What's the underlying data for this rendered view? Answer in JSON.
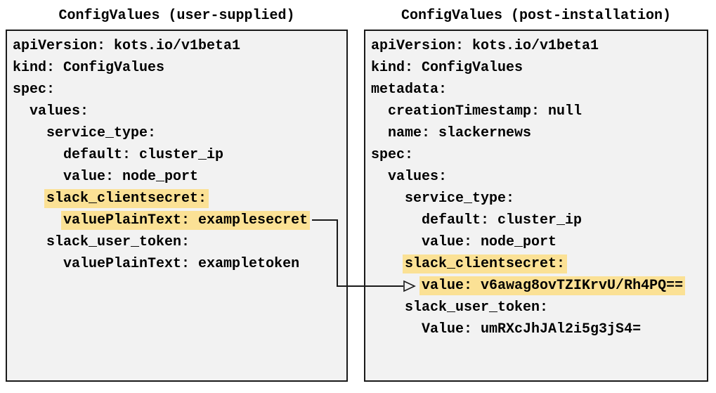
{
  "colors": {
    "highlight": "#fbe195",
    "panel_bg": "#f2f2f2",
    "border": "#1a1a1a",
    "arrow": "#1a1a1a",
    "text": "#000000"
  },
  "panels": [
    {
      "title": "ConfigValues (user-supplied)",
      "lines": [
        {
          "indent": 0,
          "text": "apiVersion: kots.io/v1beta1",
          "highlight": false
        },
        {
          "indent": 0,
          "text": "kind: ConfigValues",
          "highlight": false
        },
        {
          "indent": 0,
          "text": "spec:",
          "highlight": false
        },
        {
          "indent": 2,
          "text": "values:",
          "highlight": false
        },
        {
          "indent": 4,
          "text": "service_type:",
          "highlight": false
        },
        {
          "indent": 6,
          "text": "default: cluster_ip",
          "highlight": false
        },
        {
          "indent": 6,
          "text": "value: node_port",
          "highlight": false
        },
        {
          "indent": 4,
          "text": "slack_clientsecret:",
          "highlight": true
        },
        {
          "indent": 6,
          "text": "valuePlainText: examplesecret",
          "highlight": true
        },
        {
          "indent": 4,
          "text": "slack_user_token:",
          "highlight": false
        },
        {
          "indent": 6,
          "text": "valuePlainText: exampletoken",
          "highlight": false
        }
      ]
    },
    {
      "title": "ConfigValues (post-installation)",
      "lines": [
        {
          "indent": 0,
          "text": "apiVersion: kots.io/v1beta1",
          "highlight": false
        },
        {
          "indent": 0,
          "text": "kind: ConfigValues",
          "highlight": false
        },
        {
          "indent": 0,
          "text": "metadata:",
          "highlight": false
        },
        {
          "indent": 2,
          "text": "creationTimestamp: null",
          "highlight": false
        },
        {
          "indent": 2,
          "text": "name: slackernews",
          "highlight": false
        },
        {
          "indent": 0,
          "text": "spec:",
          "highlight": false
        },
        {
          "indent": 2,
          "text": "values:",
          "highlight": false
        },
        {
          "indent": 4,
          "text": "service_type:",
          "highlight": false
        },
        {
          "indent": 6,
          "text": "default: cluster_ip",
          "highlight": false
        },
        {
          "indent": 6,
          "text": "value: node_port",
          "highlight": false
        },
        {
          "indent": 4,
          "text": "slack_clientsecret:",
          "highlight": true
        },
        {
          "indent": 6,
          "text": "value: v6awag8ovTZIKrvU/Rh4PQ==",
          "highlight": true
        },
        {
          "indent": 4,
          "text": "slack_user_token:",
          "highlight": false
        },
        {
          "indent": 6,
          "text": "Value: umRXcJhJAl2i5g3jS4=",
          "highlight": false
        }
      ]
    }
  ],
  "arrow": {
    "from": "valuePlainText: examplesecret",
    "to": "value: v6awag8ovTZIKrvU/Rh4PQ=="
  }
}
